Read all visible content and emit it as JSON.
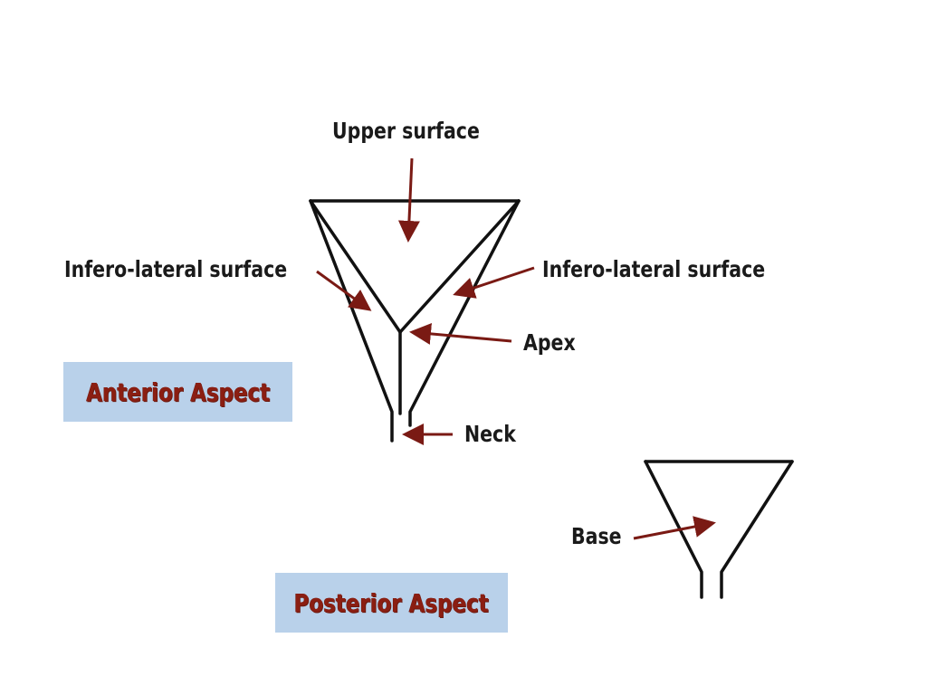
{
  "labels": {
    "upper_surface": "Upper surface",
    "infero_lateral_left": "Infero-lateral surface",
    "infero_lateral_right": "Infero-lateral surface",
    "apex": "Apex",
    "neck": "Neck",
    "base": "Base"
  },
  "aspects": {
    "anterior": "Anterior Aspect",
    "posterior": "Posterior Aspect"
  },
  "colors": {
    "arrow": "#7a1a14",
    "outline": "#111111",
    "aspect_box": "#b9d1ea",
    "aspect_text": "#8b1e12",
    "label_text": "#1a1a1a"
  }
}
